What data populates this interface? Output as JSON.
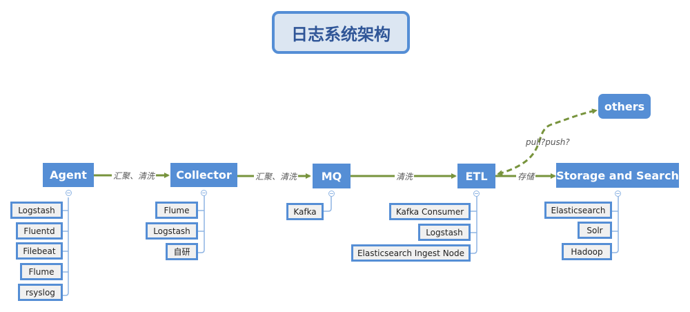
{
  "title": "日志系统架构",
  "nodes": {
    "agent": {
      "label": "Agent",
      "children": [
        "Logstash",
        "Fluentd",
        "Filebeat",
        "Flume",
        "rsyslog"
      ]
    },
    "collector": {
      "label": "Collector",
      "children": [
        "Flume",
        "Logstash",
        "自研"
      ]
    },
    "mq": {
      "label": "MQ",
      "children": [
        "Kafka"
      ]
    },
    "etl": {
      "label": "ETL",
      "children": [
        "Kafka Consumer",
        "Logstash",
        "Elasticsearch Ingest Node"
      ]
    },
    "storage": {
      "label": "Storage and Search",
      "children": [
        "Elasticsearch",
        "Solr",
        "Hadoop"
      ]
    },
    "others": {
      "label": "others"
    }
  },
  "edges": [
    {
      "from": "Agent",
      "to": "Collector",
      "label": "汇聚、清洗"
    },
    {
      "from": "Collector",
      "to": "MQ",
      "label": "汇聚、清洗"
    },
    {
      "from": "MQ",
      "to": "ETL",
      "label": "清洗"
    },
    {
      "from": "ETL",
      "to": "Storage and Search",
      "label": "存储"
    },
    {
      "from": "others",
      "to": "ETL",
      "label": "pull?push?",
      "style": "dashed",
      "bidirectional": true
    }
  ],
  "colors": {
    "node": "#558ed5",
    "edge": "#77933c",
    "tree": "#8eb4e3",
    "sub_bg": "#f0f0f0"
  }
}
